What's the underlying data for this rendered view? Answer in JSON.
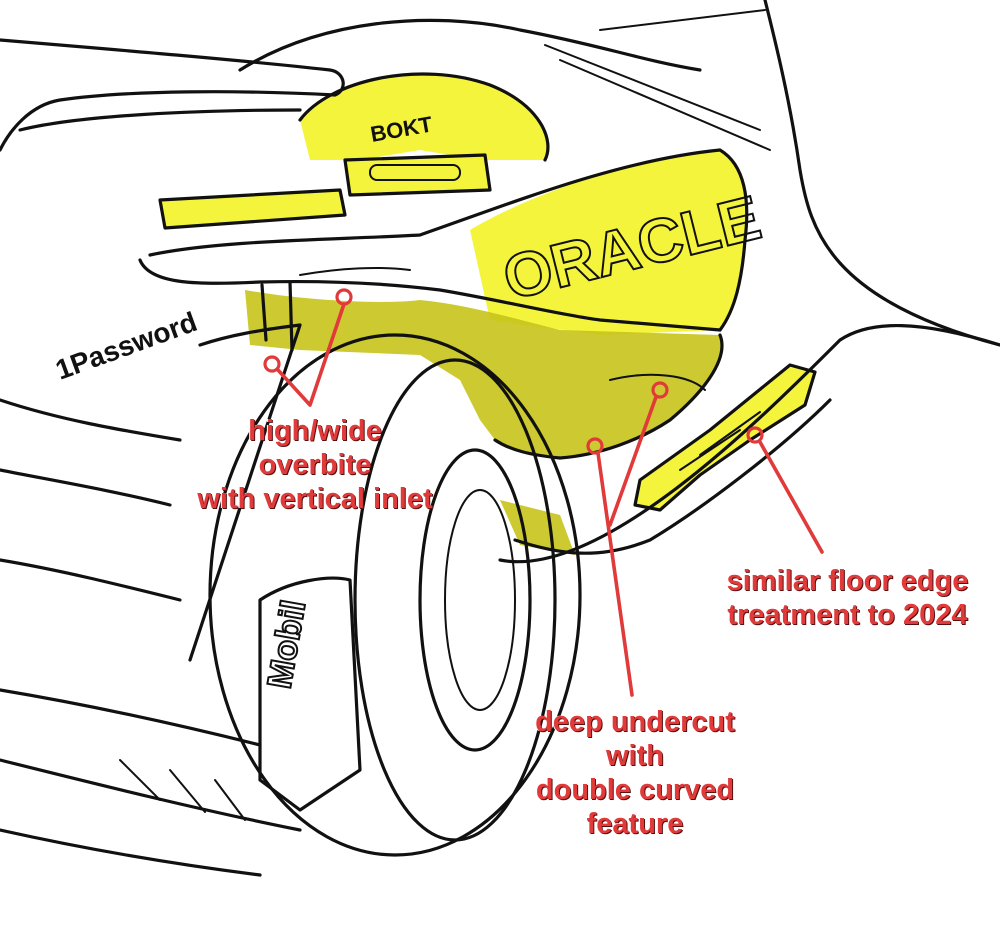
{
  "annotations": {
    "overbite": {
      "lines": [
        "high/wide",
        "overbite",
        "with vertical  inlet"
      ]
    },
    "floor_edge": {
      "lines": [
        "similar floor edge",
        "treatment to 2024"
      ]
    },
    "undercut": {
      "lines": [
        "deep undercut",
        "with",
        "double curved",
        "feature"
      ]
    }
  },
  "livery": {
    "sponsor_main": "ORACLE",
    "sponsor_intake": "BOKT",
    "sponsor_side": "1Password",
    "sponsor_wing": "Mobil"
  },
  "colors": {
    "highlight": "#f3f21a",
    "highlight_shadow": "#c6c31b",
    "annotation": "#e03a3a",
    "ink": "#111111"
  }
}
